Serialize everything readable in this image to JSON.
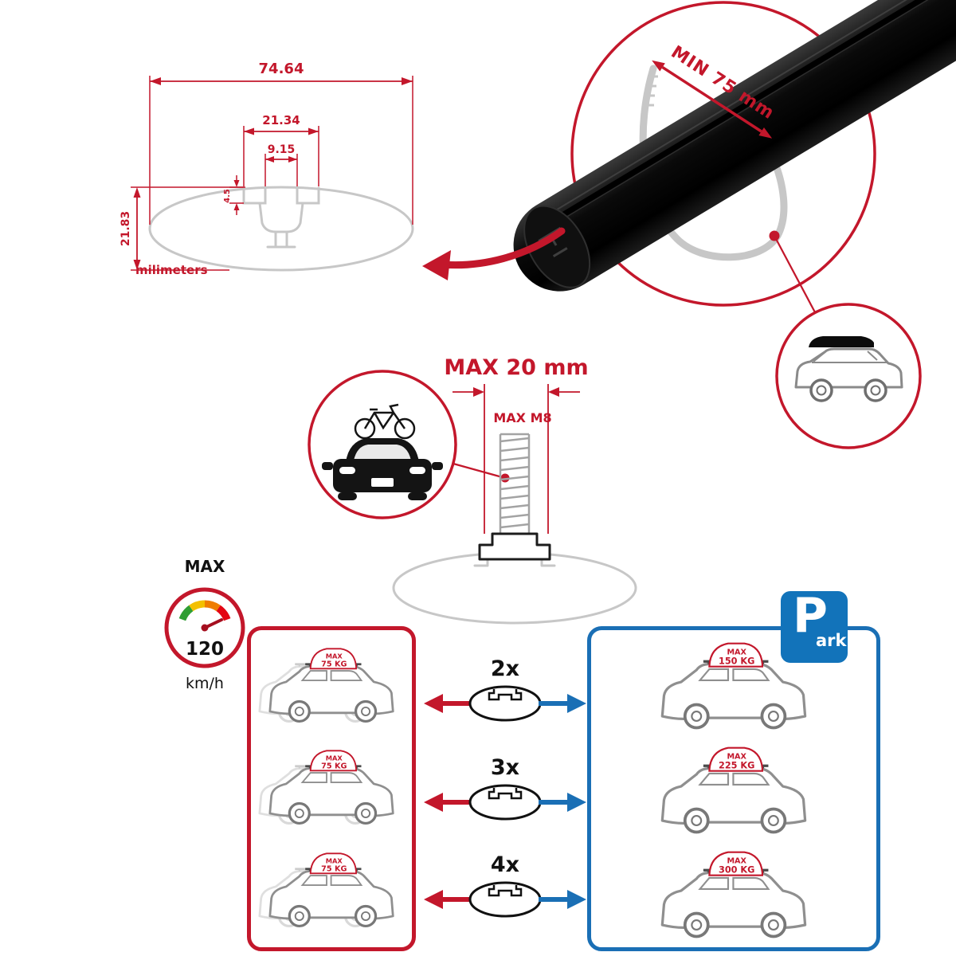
{
  "colors": {
    "accent_red": "#c3172b",
    "accent_blue": "#1a6fb5",
    "park_blue": "#1273ba",
    "bar_black": "#0b0b0b",
    "outline_gray": "#c7c7c7"
  },
  "profile_dimensions": {
    "total_width": "74.64",
    "slot_outer_width": "21.34",
    "slot_inner_width": "9.15",
    "lip_depth": "4.5",
    "total_height": "21.83",
    "unit_label": "milimeters"
  },
  "crossbar_detail": {
    "clamp_clearance_label": "MIN 75 mm"
  },
  "bolt_spec": {
    "max_length_label": "MAX 20 mm",
    "max_thread_label": "MAX M8"
  },
  "speed_limit": {
    "title": "MAX",
    "value": "120",
    "unit": "km/h"
  },
  "park_sign": {
    "initial": "P",
    "suffix": "ark"
  },
  "load_chart": {
    "left_cars": [
      {
        "tag_line1": "MAX",
        "tag_line2": "75 KG"
      },
      {
        "tag_line1": "MAX",
        "tag_line2": "75 KG"
      },
      {
        "tag_line1": "MAX",
        "tag_line2": "75 KG"
      }
    ],
    "right_cars": [
      {
        "tag_line1": "MAX",
        "tag_line2": "150 KG"
      },
      {
        "tag_line1": "MAX",
        "tag_line2": "225 KG"
      },
      {
        "tag_line1": "MAX",
        "tag_line2": "300 KG"
      }
    ],
    "multipliers": [
      "2x",
      "3x",
      "4x"
    ]
  }
}
